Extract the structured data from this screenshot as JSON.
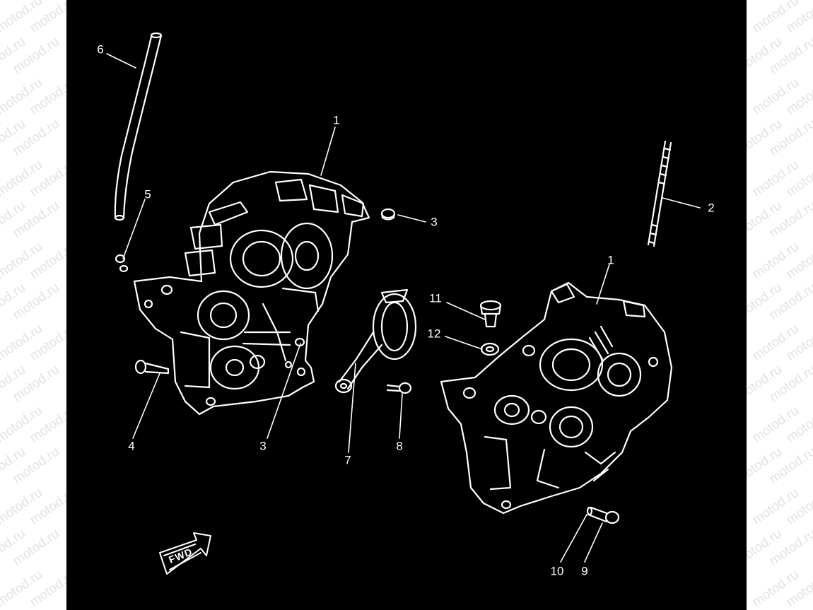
{
  "watermark": {
    "text": "motod.ru"
  },
  "diagram": {
    "background_color": "#000000",
    "line_color": "#ffffff",
    "callouts": [
      {
        "id": "c6",
        "label": "6"
      },
      {
        "id": "c1a",
        "label": "1"
      },
      {
        "id": "c5",
        "label": "5"
      },
      {
        "id": "c3a",
        "label": "3"
      },
      {
        "id": "c2",
        "label": "2"
      },
      {
        "id": "c1b",
        "label": "1"
      },
      {
        "id": "c11",
        "label": "11"
      },
      {
        "id": "c12",
        "label": "12"
      },
      {
        "id": "c4",
        "label": "4"
      },
      {
        "id": "c3b",
        "label": "3"
      },
      {
        "id": "c7",
        "label": "7"
      },
      {
        "id": "c8",
        "label": "8"
      },
      {
        "id": "c10",
        "label": "10"
      },
      {
        "id": "c9",
        "label": "9"
      }
    ],
    "fwd_badge": {
      "text": "FWD"
    }
  }
}
